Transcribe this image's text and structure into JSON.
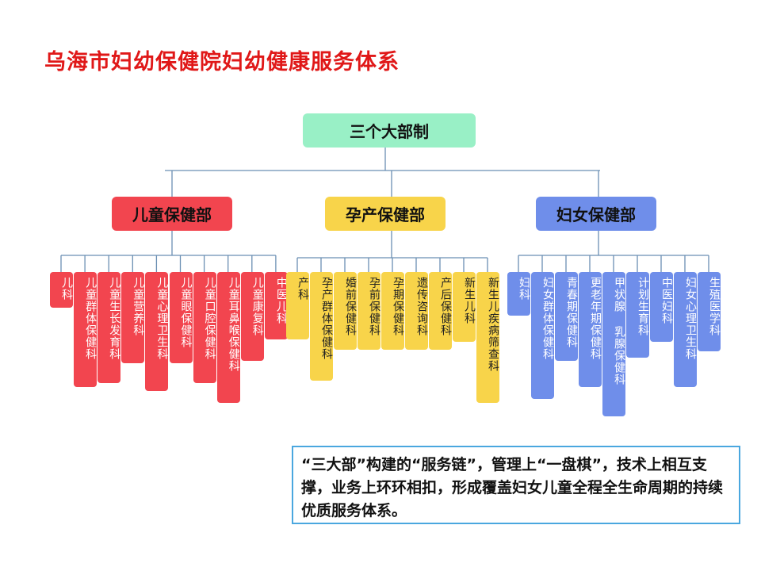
{
  "title": "乌海市妇幼保健院妇幼健康服务体系",
  "root": "三个大部制",
  "colors": {
    "title": "#e01818",
    "root": "#99f0c6",
    "red": "#f2454f",
    "yellow": "#f8d44a",
    "blue": "#6f8eea",
    "line": "#6b8fb3",
    "summary_border": "#4aa7df"
  },
  "departments": [
    {
      "name": "儿童保健部",
      "color": "red",
      "subs": [
        "儿科",
        "儿童群体保健科",
        "儿童生长发育科",
        "儿童营养科",
        "儿童心理卫生科",
        "儿童眼保健科",
        "儿童口腔保健科",
        "儿童耳鼻喉保健科",
        "儿童康复科",
        "中医儿科"
      ]
    },
    {
      "name": "孕产保健部",
      "color": "yellow",
      "subs": [
        "产科",
        "孕产群体保健科",
        "婚前保健科",
        "孕前保健科",
        "孕期保健科",
        "遗传咨询科",
        "产后保健科",
        "新生儿科",
        "新生儿疾病筛查科"
      ]
    },
    {
      "name": "妇女保健部",
      "color": "blue",
      "subs": [
        "妇科",
        "妇女群体保健科",
        "青春期保健科",
        "更老年期保健科",
        "甲状腺 乳腺保健科",
        "计划生育科",
        "中医妇科",
        "妇女心理卫生科",
        "生殖医学科"
      ]
    }
  ],
  "summary": "“三大部”构建的“服务链”，管理上“一盘棋”，技术上相互支撑，业务上环环相扣，形成覆盖妇女儿童全程全生命周期的持续优质服务体系。"
}
